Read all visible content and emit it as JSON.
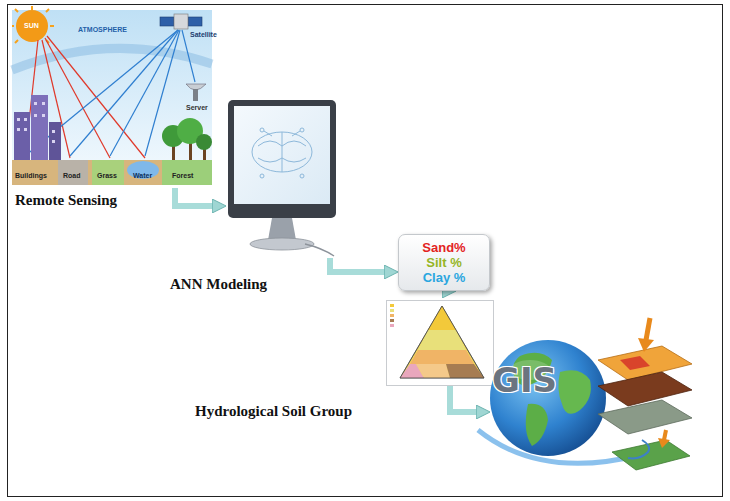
{
  "diagram": {
    "nodes": [
      {
        "text": [
          "Remote Sensing"
        ]
      },
      {
        "text": [
          "ANN Modeling"
        ]
      },
      {
        "text": [
          "Sand%",
          "Silt %",
          "Clay %"
        ]
      },
      {
        "text": [
          "Hydrological Soil Group"
        ]
      },
      {
        "text": [
          "GIS"
        ]
      }
    ],
    "edges": [
      {
        "from": 0,
        "to": 1,
        "arrow": "to"
      },
      {
        "from": 1,
        "to": 2,
        "arrow": "to"
      },
      {
        "from": 2,
        "to": 3,
        "arrow": "to"
      },
      {
        "from": 3,
        "to": 4,
        "arrow": "to"
      }
    ],
    "labels": [
      "SUN",
      "ATMOSPHERE",
      "Satellite",
      "Server",
      "Buildings",
      "Road",
      "Grass",
      "Water",
      "Forest"
    ]
  }
}
